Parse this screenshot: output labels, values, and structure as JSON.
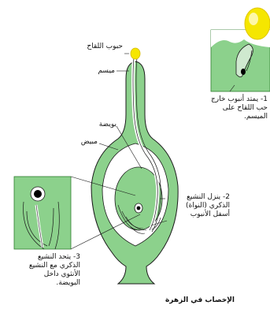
{
  "labels": {
    "pollen_grain": "حبوب اللقاح",
    "stigma": "ميسم",
    "ovule": "بويضة",
    "ovary": "مبيض",
    "step1": "1- يمتد أنبوب خارج حب اللقاح على الميسم.",
    "step2": "2- ينزل النشيع الذكري (النواة) أسفل الأنبوب",
    "step3": "3- يتحد النشيع الذكري مع النشيع الأنثوي داخل البويضة.",
    "caption": "الإخصاب في الزهرة"
  },
  "colors": {
    "green": "#8cd18c",
    "green_dark": "#2f7d2f",
    "pollen_yellow": "#f5e600",
    "line": "#1a1a1a",
    "nucleus": "#000000"
  }
}
